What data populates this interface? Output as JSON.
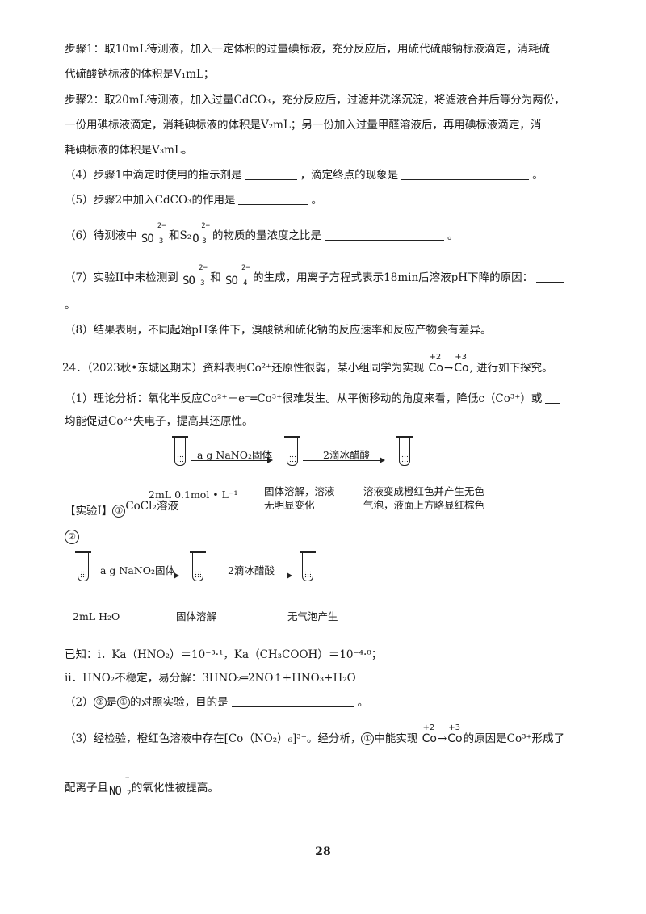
{
  "step1": {
    "line1": "步骤1：取10mL待测液，加入一定体积的过量碘标液，充分反应后，用硫代硫酸钠标液滴定，消耗硫",
    "line2": "代硫酸钠标液的体积是V₁mL；"
  },
  "step2": {
    "line1": "步骤2：取20mL待测液，加入过量CdCO₃，充分反应后，过滤并洗涤沉淀，将滤液合并后等分为两份，",
    "line2": "一份用碘标液滴定，消耗碘标液的体积是V₂mL；另一份加入过量甲醛溶液后，再用碘标液滴定，消",
    "line3": "耗碘标液的体积是V₃mL。"
  },
  "q4": {
    "a": "（4）步骤1中滴定时使用的指示剂是",
    "b": "，滴定终点的现象是",
    "c": "。"
  },
  "q5": {
    "a": "（5）步骤2中加入CdCO₃的作用是",
    "b": "。"
  },
  "q6": {
    "a": "（6）待测液中",
    "b": "和S₂",
    "c": "的物质的量浓度之比是",
    "d": "。"
  },
  "q7": {
    "a": "（7）实验II中未检测到",
    "b": "和",
    "c": "的生成，用离子方程式表示18min后溶液pH下降的原因：",
    "d": "。"
  },
  "q8": "（8）结果表明，不同起始pH条件下，溴酸钠和硫化钠的反应速率和反应产物会有差异。",
  "ions": {
    "so3": {
      "base": "SO",
      "sub": "3",
      "sup": "2−"
    },
    "o3": {
      "base": "O",
      "sub": "3",
      "sup": "2−"
    },
    "so4": {
      "base": "SO",
      "sub": "4",
      "sup": "2−"
    },
    "no2": {
      "base": "NO",
      "sub": "2",
      "sup": "−"
    }
  },
  "q24": {
    "head": "24．（2023秋•东城区期末）资料表明Co²⁺还原性很弱，某小组同学为实现",
    "tail": "进行如下探究。",
    "co": "Co",
    "plus2": "+2",
    "plus3": "+3",
    "arrow": "→",
    "comma": ","
  },
  "p1": {
    "line1": "（1）理论分析：氧化半反应Co²⁺－e⁻═Co³⁺很难发生。从平衡移动的角度来看，降低c（Co³⁺）或",
    "line2": "均能促进Co²⁺失电子，提高其还原性。"
  },
  "exp1": {
    "label": "【实验Ⅰ】",
    "circle1": "①",
    "circle2": "②",
    "reagent1": "CoCl₂溶液",
    "start1": "2mL 0.1mol • L⁻¹",
    "arrow1": "a g NaNO₂固体",
    "mid1_l1": "固体溶解，溶液",
    "mid1_l2": "无明显变化",
    "arrow2": "2滴冰醋酸",
    "end1_l1": "溶液变成橙红色并产生无色",
    "end1_l2": "气泡，液面上方略显红棕色",
    "start2": "2mL H₂O",
    "mid2": "固体溶解",
    "end2": "无气泡产生"
  },
  "known": {
    "i": "已知：ⅰ．Ka（HNO₂）＝10⁻³·¹，Ka（CH₃COOH）＝10⁻⁴·⁸；",
    "ii": "ⅱ．HNO₂不稳定，易分解：3HNO₂═2NO↑+HNO₃+H₂O"
  },
  "p2": {
    "a": "（2）",
    "b": "是",
    "c": "的对照实验，目的是",
    "d": "。"
  },
  "p3": {
    "a": "（3）经检验，橙红色溶液中存在[Co（NO₂）₆]³⁻。经分析，",
    "b": "中能实现",
    "c": "的原因是Co³⁺形成了",
    "line2a": "配离子且",
    "line2b": "的氧化性被提高。"
  },
  "page_number": "28"
}
